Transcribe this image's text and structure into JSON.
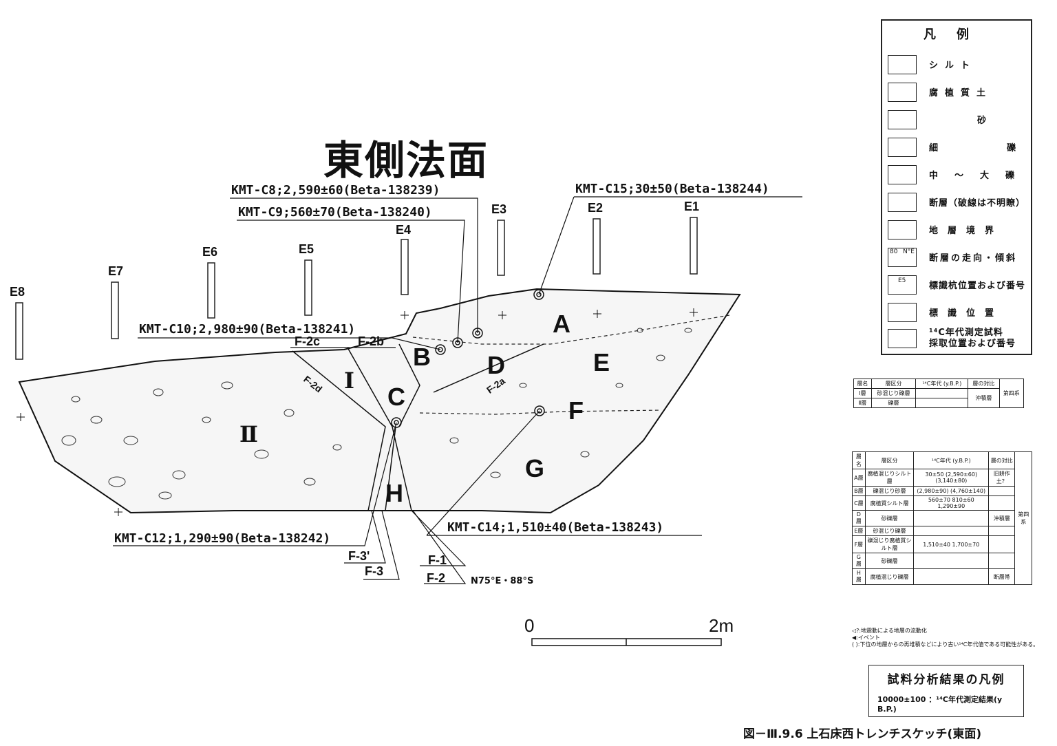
{
  "title": "東側法面",
  "stakes": [
    "E8",
    "E7",
    "E6",
    "E5",
    "E4",
    "E3",
    "E2",
    "E1"
  ],
  "samples": {
    "c8": "KMT-C8;2,590±60(Beta-138239)",
    "c9": "KMT-C9;560±70(Beta-138240)",
    "c15": "KMT-C15;30±50(Beta-138244)",
    "c10": "KMT-C10;2,980±90(Beta-138241)",
    "c12": "KMT-C12;1,290±90(Beta-138242)",
    "c14": "KMT-C14;1,510±40(Beta-138243)"
  },
  "layers": [
    "A",
    "B",
    "C",
    "D",
    "E",
    "F",
    "G",
    "H"
  ],
  "roman_layers": [
    "Ⅰ",
    "Ⅱ"
  ],
  "faults": {
    "f2c": "F-2c",
    "f2b": "F-2b",
    "f2a": "F-2a",
    "f2d": "F-2d",
    "f3p": "F-3'",
    "f3": "F-3",
    "f1": "F-1",
    "f2": "F-2"
  },
  "strike_dip": "N75°E・88°S",
  "scale": {
    "zero": "0",
    "max": "2m"
  },
  "legend": {
    "heading": "凡例",
    "items": [
      "シルト",
      "腐植質土",
      "砂",
      "細礫",
      "中～大礫",
      "断層（破線は不明瞭）",
      "地層境界",
      "断層の走向・傾斜",
      "標識杭位置および番号",
      "標識位置",
      "¹⁴C年代測定試料",
      "採取位置および番号"
    ],
    "sym_marks": {
      "strike": "80",
      "dip": "N°E",
      "stake": "E5"
    }
  },
  "table1": {
    "headers": [
      "層名",
      "層区分",
      "¹⁴C年代 (y.B.P.)",
      "層の対比"
    ],
    "rows": [
      [
        "Ⅰ層",
        "砂混じり礫層",
        "",
        "沖積層"
      ],
      [
        "Ⅱ層",
        "礫層",
        "",
        ""
      ]
    ],
    "era": "第四系"
  },
  "table2": {
    "headers": [
      "層名",
      "層区分",
      "¹⁴C年代 (y.B.P.)",
      "層の対比"
    ],
    "rows": [
      [
        "A層",
        "腐植混じりシルト層",
        "30±50 (2,590±60) (3,140±80)",
        "旧耕作土？"
      ],
      [
        "B層",
        "礫混じり砂層",
        "(2,980±90) (4,760±140)",
        ""
      ],
      [
        "C層",
        "腐植質シルト層",
        "560±70 810±60 1,290±90",
        ""
      ],
      [
        "D層",
        "砂礫層",
        "",
        "沖積層"
      ],
      [
        "E層",
        "砂混じり礫層",
        "",
        ""
      ],
      [
        "F層",
        "礫混じり腐植質シルト層",
        "1,510±40 1,700±70",
        ""
      ],
      [
        "G層",
        "砂礫層",
        "",
        ""
      ],
      [
        "H層",
        "腐植混じり礫層",
        "",
        "断層帯"
      ]
    ],
    "era": "第四系"
  },
  "notes": [
    "◁?:地震動による地層の流動化",
    "◀:イベント",
    "( ):下位の地層からの再堆積などにより古い¹⁴C年代値である可能性がある。"
  ],
  "result_legend": {
    "title": "試料分析結果の凡例",
    "text": "10000±100 ：¹⁴C年代測定結果(y B.P.)"
  },
  "caption": "図－Ⅲ.9.6 上石床西トレンチスケッチ(東面)"
}
